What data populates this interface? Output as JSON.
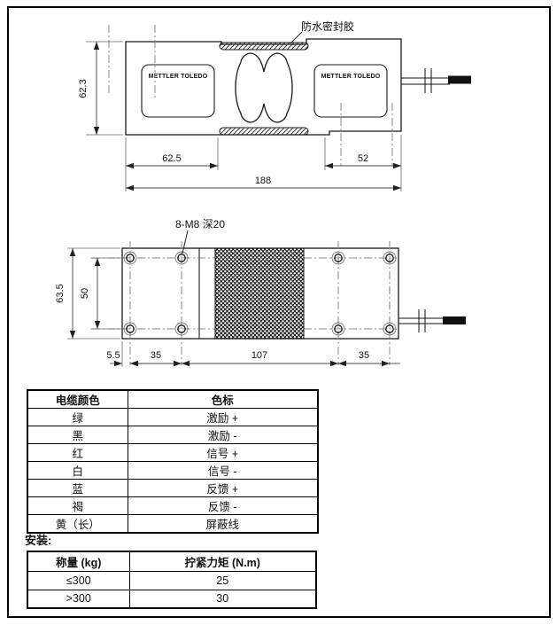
{
  "page": {
    "background": "#ffffff",
    "border_color": "#000000",
    "line_color": "#1a1a1a",
    "centerline_color": "#888888"
  },
  "side_view": {
    "sealant_label": "防水密封胶",
    "brand_left": "METTLER TOLEDO",
    "brand_right": "METTLER TOLEDO",
    "dim_height": "62.3",
    "dim_left": "62.5",
    "dim_right": "52",
    "dim_total": "188"
  },
  "top_view": {
    "holes_label": "8-M8 深20",
    "dim_height": "63.5",
    "dim_hole_rows": "50",
    "dim_edge": "5.5",
    "dim_pitch_left": "35",
    "dim_center": "107",
    "dim_pitch_right": "35"
  },
  "cable_table": {
    "headers": [
      "电缆颜色",
      "色标"
    ],
    "rows": [
      [
        "绿",
        "激励 +"
      ],
      [
        "黑",
        "激励 -"
      ],
      [
        "红",
        "信号 +"
      ],
      [
        "白",
        "信号 -"
      ],
      [
        "蓝",
        "反馈 +"
      ],
      [
        "褐",
        "反馈 -"
      ],
      [
        "黄（长）",
        "屏蔽线"
      ]
    ]
  },
  "install_section": {
    "title": "安装:",
    "headers": [
      "称量 (kg)",
      "拧紧力矩 (N.m)"
    ],
    "rows": [
      [
        "≤300",
        "25"
      ],
      [
        ">300",
        "30"
      ]
    ]
  }
}
